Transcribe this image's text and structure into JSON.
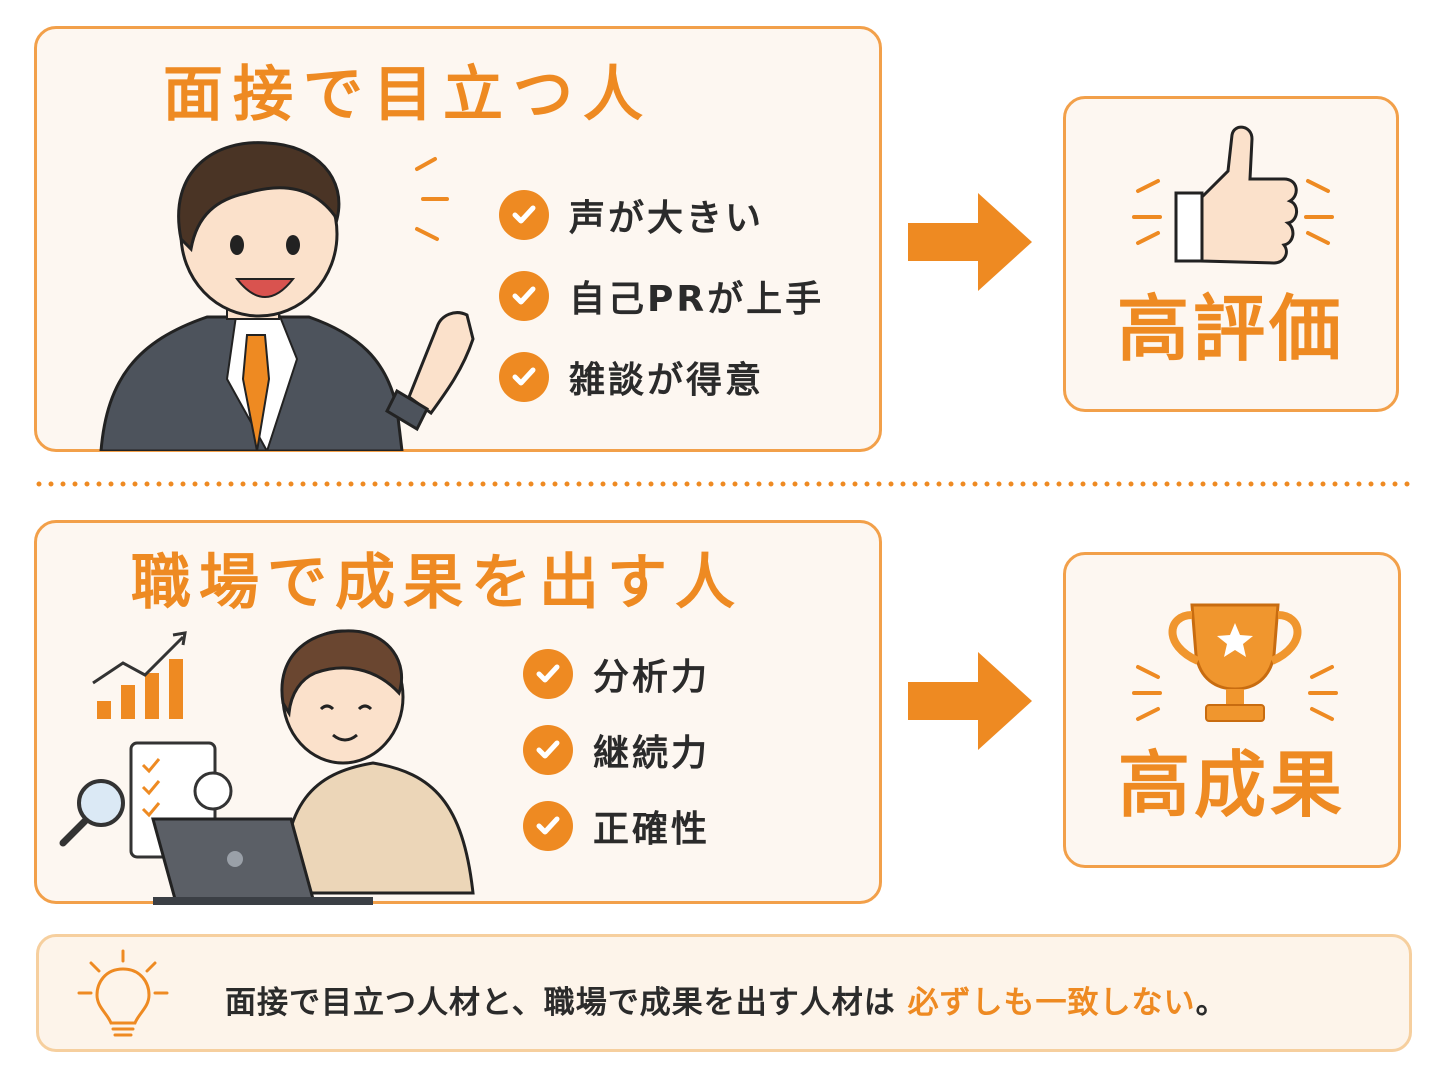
{
  "colors": {
    "accent": "#ee8a22",
    "panel_bg": "#fdf7f1",
    "border": "#f2a04a",
    "text": "#2b2b2b"
  },
  "top": {
    "heading": "面接で目立つ人",
    "checklist": [
      "声が大きい",
      "自己PRが上手",
      "雑談が得意"
    ],
    "result_label": "高評価",
    "result_icon": "thumbs-up-icon",
    "illustration": "businessman-waving"
  },
  "bottom": {
    "heading": "職場で成果を出す人",
    "checklist": [
      "分析力",
      "継続力",
      "正確性"
    ],
    "result_label": "高成果",
    "result_icon": "trophy-icon",
    "illustration": "man-working-on-laptop"
  },
  "note": {
    "icon": "lightbulb-icon",
    "text": "面接で目立つ人材と、職場で成果を出す人材は",
    "highlight": "必ずしも一致しない",
    "end": "。"
  }
}
